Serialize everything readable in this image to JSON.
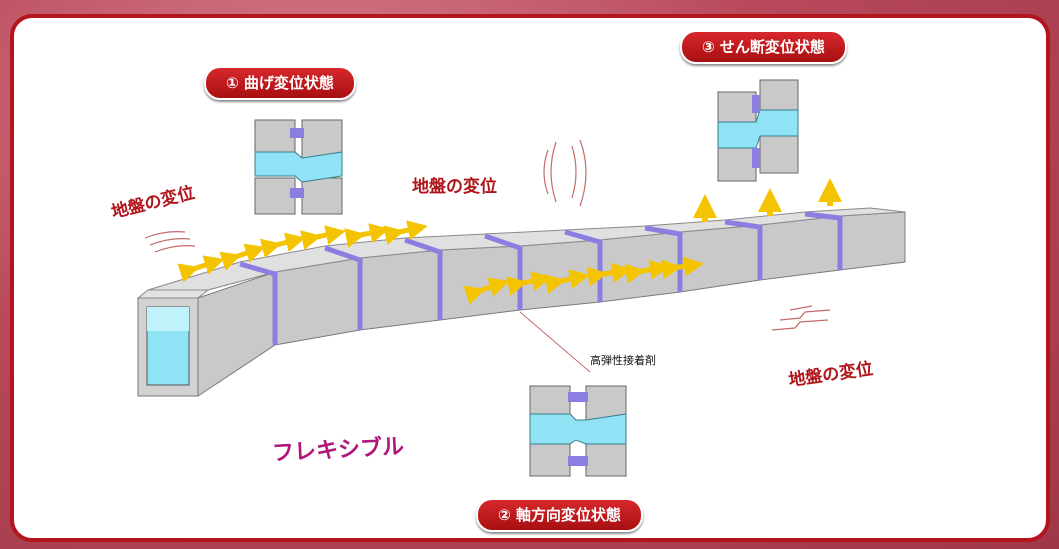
{
  "labels": {
    "bending": "① 曲げ変位状態",
    "axial": "② 軸方向変位状態",
    "shear": "③ せん断変位状態",
    "ground_left": "地盤の変位",
    "ground_center": "地盤の変位",
    "ground_right": "地盤の変位",
    "flexible": "フレキシブル",
    "adhesive": "高弾性接着剤"
  },
  "colors": {
    "frame_border": "#b3141e",
    "pill": "#c21a1f",
    "ground_text": "#b0151b",
    "flexible_text": "#b0167a",
    "joint": "#8a7fe0",
    "water": "#8fe3f5",
    "concrete": "#c9c9c9",
    "arrow": "#f5c400"
  },
  "icons": [
    "double-arrow-icon",
    "up-arrow-icon",
    "wave-icon",
    "concrete-joint-detail-icon"
  ]
}
